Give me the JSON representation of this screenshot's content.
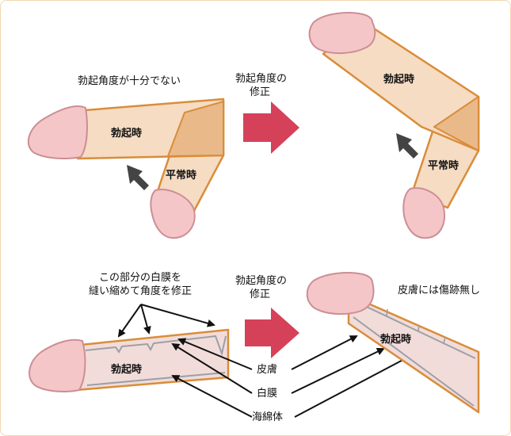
{
  "colors": {
    "shaft_fill": "#f5dcc3",
    "shaft_stroke": "#d98d3a",
    "shaft_overlap": "#e9b98a",
    "glans_fill": "#f5c6c8",
    "glans_stroke": "#cc8e95",
    "bottom_shaft_fill": "#f2dcda",
    "bottom_shaft_stroke": "#d98d3a",
    "membrane_line": "#9aa0a6",
    "arrow_red": "#d6415a",
    "arrow_dark": "#444444",
    "frame": "#f1d7b0"
  },
  "top_left": {
    "caption": "勃起角度が十分でない",
    "erect_label": "勃起時",
    "flaccid_label": "平常時",
    "direction_arrow_icon": "up-left-arrow"
  },
  "top_middle": {
    "caption_line1": "勃起角度の",
    "caption_line2": "修正",
    "arrow_icon": "right-arrow"
  },
  "top_right": {
    "erect_label": "勃起時",
    "flaccid_label": "平常時",
    "direction_arrow_icon": "up-left-arrow"
  },
  "bottom_left": {
    "caption_line1": "この部分の白膜を",
    "caption_line2": "縫い縮めて角度を修正",
    "erect_label": "勃起時"
  },
  "bottom_middle": {
    "caption_line1": "勃起角度の",
    "caption_line2": "修正",
    "arrow_icon": "right-arrow",
    "layers": [
      "皮膚",
      "白膜",
      "海綿体"
    ]
  },
  "bottom_right": {
    "caption": "皮膚には傷跡無し",
    "erect_label": "勃起時"
  }
}
